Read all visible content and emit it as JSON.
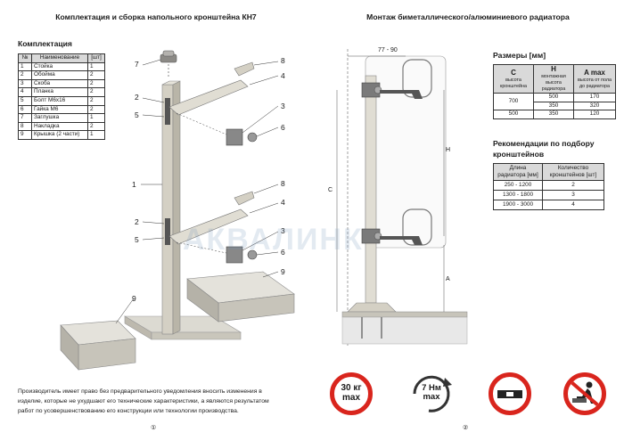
{
  "left": {
    "title": "Комплектация и сборка напольного кронштейна КН7",
    "parts_heading": "Комплектация",
    "parts_table": {
      "headers": [
        "№",
        "Наименование",
        "[шт]"
      ],
      "rows": [
        {
          "n": "1",
          "name": "Стойка",
          "qty": "1"
        },
        {
          "n": "2",
          "name": "Обойма",
          "qty": "2"
        },
        {
          "n": "3",
          "name": "Скоба",
          "qty": "2"
        },
        {
          "n": "4",
          "name": "Планка",
          "qty": "2"
        },
        {
          "n": "5",
          "name": "Болт М6х16",
          "qty": "2"
        },
        {
          "n": "6",
          "name": "Гайка М6",
          "qty": "2"
        },
        {
          "n": "7",
          "name": "Заглушка",
          "qty": "1"
        },
        {
          "n": "8",
          "name": "Накладка",
          "qty": "2"
        },
        {
          "n": "9",
          "name": "Крышка (2 части)",
          "qty": "1"
        }
      ]
    },
    "callouts": {
      "c1": "1",
      "c2a": "2",
      "c2b": "2",
      "c3a": "3",
      "c3b": "3",
      "c4a": "4",
      "c4b": "4",
      "c5a": "5",
      "c5b": "5",
      "c6a": "6",
      "c6b": "6",
      "c7": "7",
      "c8a": "8",
      "c8b": "8",
      "c9a": "9",
      "c9b": "9"
    },
    "disclaimer": [
      "Производитель имеет право без предварительного уведомления вносить изменения в",
      "изделие, которые не ухудшают его технические характеристики, а являются результатом",
      "работ по усовершенствованию его конструкции или технологии производства."
    ],
    "page_number": "①"
  },
  "right": {
    "title": "Монтаж биметаллического/алюминиевого радиатора",
    "dim_label_top": "77 - 90",
    "dim_label_h": "H",
    "dim_label_c": "C",
    "dim_label_a": "A",
    "sizes_heading": "Размеры [мм]",
    "sizes_table": {
      "headers": [
        {
          "letter": "C",
          "desc": "высота кронштейна"
        },
        {
          "letter": "H",
          "desc": "монтажная высота радиатора"
        },
        {
          "letter": "A max",
          "desc": "высота от пола до радиатора"
        }
      ],
      "rows": [
        {
          "c": "700",
          "h": "500",
          "a": "170"
        },
        {
          "c": "",
          "h": "350",
          "a": "320"
        },
        {
          "c": "500",
          "h": "350",
          "a": "120"
        }
      ]
    },
    "rec_heading_1": "Рекомендации по подбору",
    "rec_heading_2": "кронштейнов",
    "rec_table": {
      "headers": [
        "Длина радиатора [мм]",
        "Количество кронштейнов [шт]"
      ],
      "rows": [
        {
          "len": "250 - 1200",
          "qty": "2"
        },
        {
          "len": "1300 - 1800",
          "qty": "3"
        },
        {
          "len": "1900 - 3000",
          "qty": "4"
        }
      ]
    },
    "signs": {
      "load_top": "30 кг",
      "load_bottom": "max",
      "torque_top": "7 Нм",
      "torque_bottom": "max"
    },
    "page_number": "②"
  },
  "watermark": "АКВАЛИНК",
  "colors": {
    "red": "#d9251d",
    "stand": "#d4d0c4",
    "metal": "#6e6e6e",
    "header_fill": "#d9d9d9"
  }
}
